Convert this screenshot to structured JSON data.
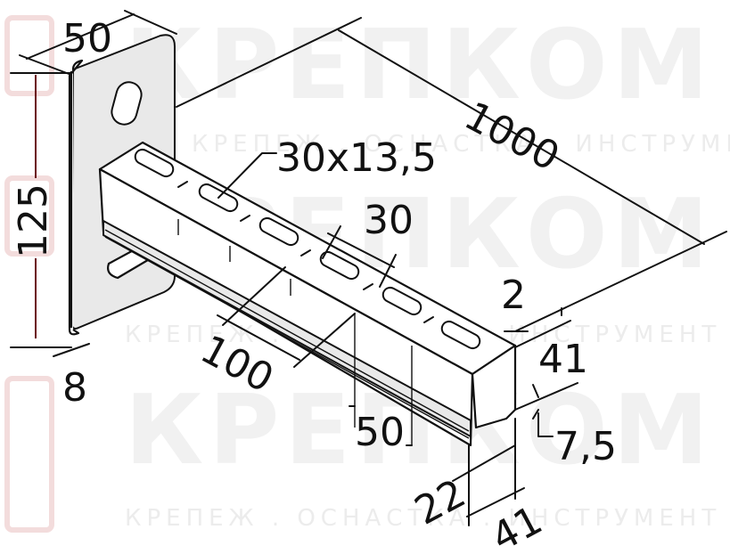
{
  "watermark": {
    "brand": "КРЕПКОМ",
    "tagline": "КРЕПЕЖ . ОСНАСТКА . ИНСТРУМЕНТ",
    "color": "#f1f1f1"
  },
  "dimensions": {
    "plate_width": "50",
    "plate_height": "125",
    "plate_thickness": "8",
    "length": "1000",
    "slot_size": "30x13,5",
    "slot_length": "30",
    "slot_pitch": "100",
    "hole_spacing": "50",
    "wall_thickness": "2",
    "profile_height": "41",
    "lip_height": "7,5",
    "lip_width": "22",
    "profile_width": "41"
  },
  "colors": {
    "line": "#111111",
    "dimension_accent": "#6b0a12"
  }
}
